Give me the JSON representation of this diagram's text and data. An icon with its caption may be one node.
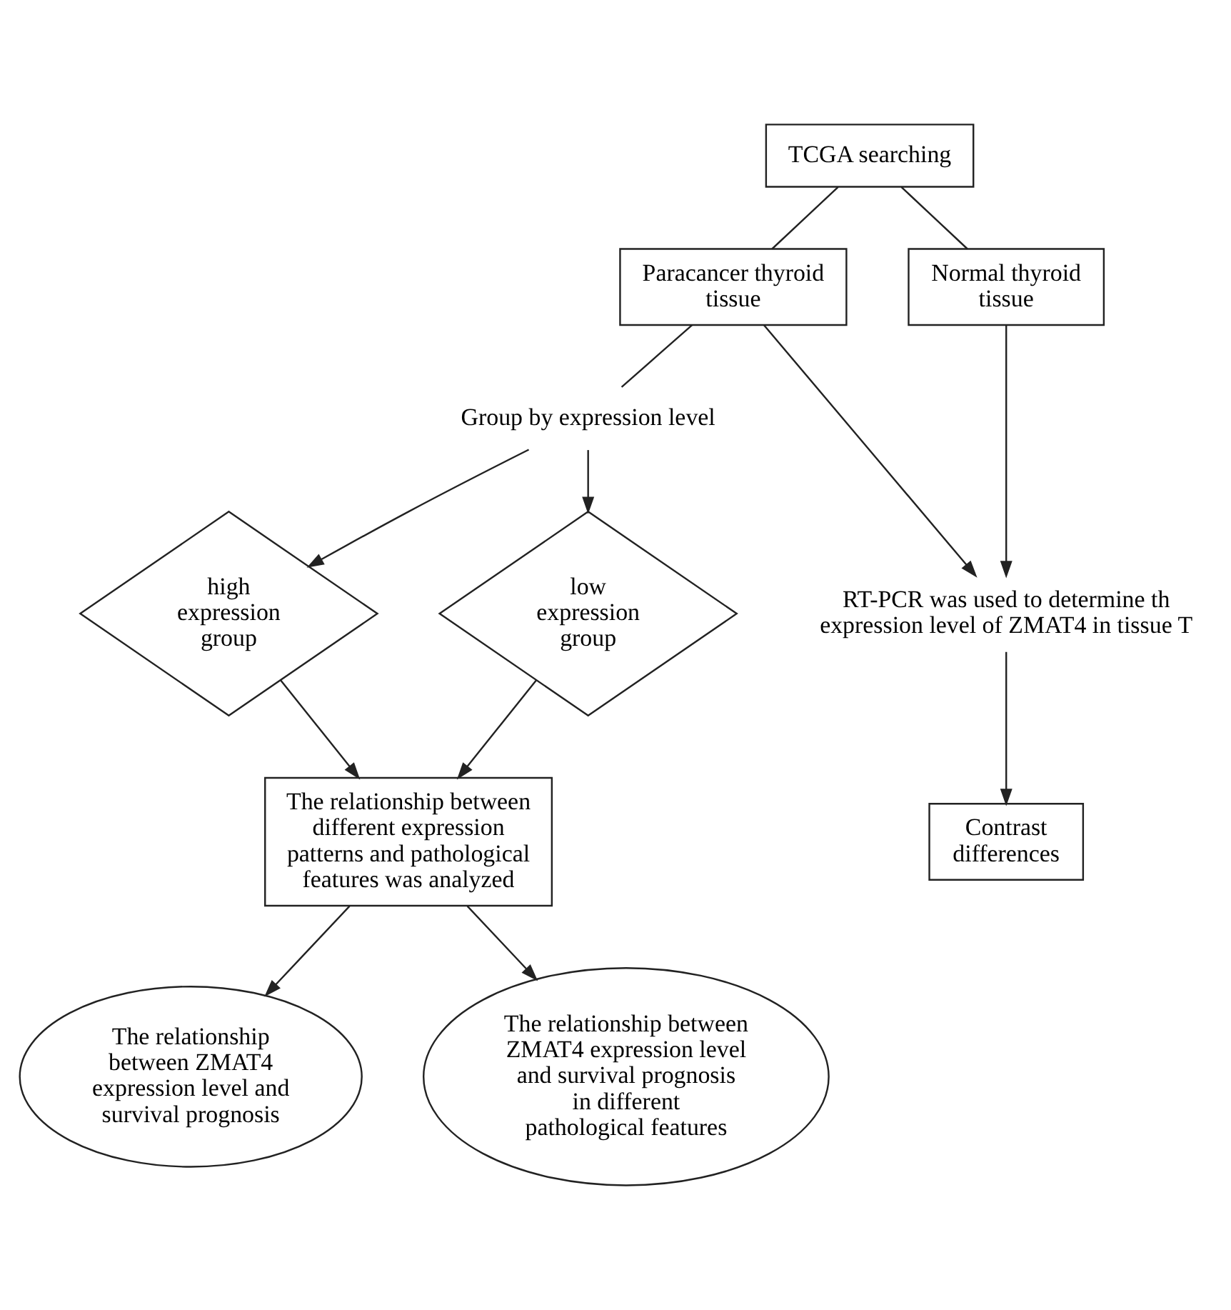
{
  "diagram": {
    "nodes": [
      {
        "text": [
          "TCGA searching"
        ]
      },
      {
        "text": [
          "Paracancer thyroid tissue"
        ]
      },
      {
        "text": [
          "Normal thyroid tissue"
        ]
      },
      {
        "text": [
          "Group by expression level"
        ]
      },
      {
        "text": [
          "high expression group"
        ]
      },
      {
        "text": [
          "low expression group"
        ]
      },
      {
        "text": [
          "RT-PCR was used to determine th expression level of ZMAT4 in tissue T"
        ]
      },
      {
        "text": [
          "Contrast differences"
        ]
      },
      {
        "text": [
          "The relationship between different expression patterns and pathological features was analyzed"
        ]
      },
      {
        "text": [
          "The relationship between ZMAT4 expression level and survival prognosis"
        ]
      },
      {
        "text": [
          "The relationship between ZMAT4 expression level and survival prognosis in different pathological features"
        ]
      }
    ],
    "edges": [
      {
        "from": 0,
        "to": 1,
        "arrow": "none"
      },
      {
        "from": 0,
        "to": 2,
        "arrow": "none"
      },
      {
        "from": 1,
        "to": 3,
        "arrow": "none"
      },
      {
        "from": 3,
        "to": 4,
        "arrow": "to"
      },
      {
        "from": 3,
        "to": 5,
        "arrow": "to"
      },
      {
        "from": 1,
        "to": 6,
        "arrow": "to"
      },
      {
        "from": 2,
        "to": 6,
        "arrow": "to"
      },
      {
        "from": 6,
        "to": 7,
        "arrow": "to"
      },
      {
        "from": 4,
        "to": 8,
        "arrow": "to"
      },
      {
        "from": 5,
        "to": 8,
        "arrow": "to"
      },
      {
        "from": 8,
        "to": 9,
        "arrow": "to"
      },
      {
        "from": 8,
        "to": 10,
        "arrow": "to"
      }
    ]
  }
}
